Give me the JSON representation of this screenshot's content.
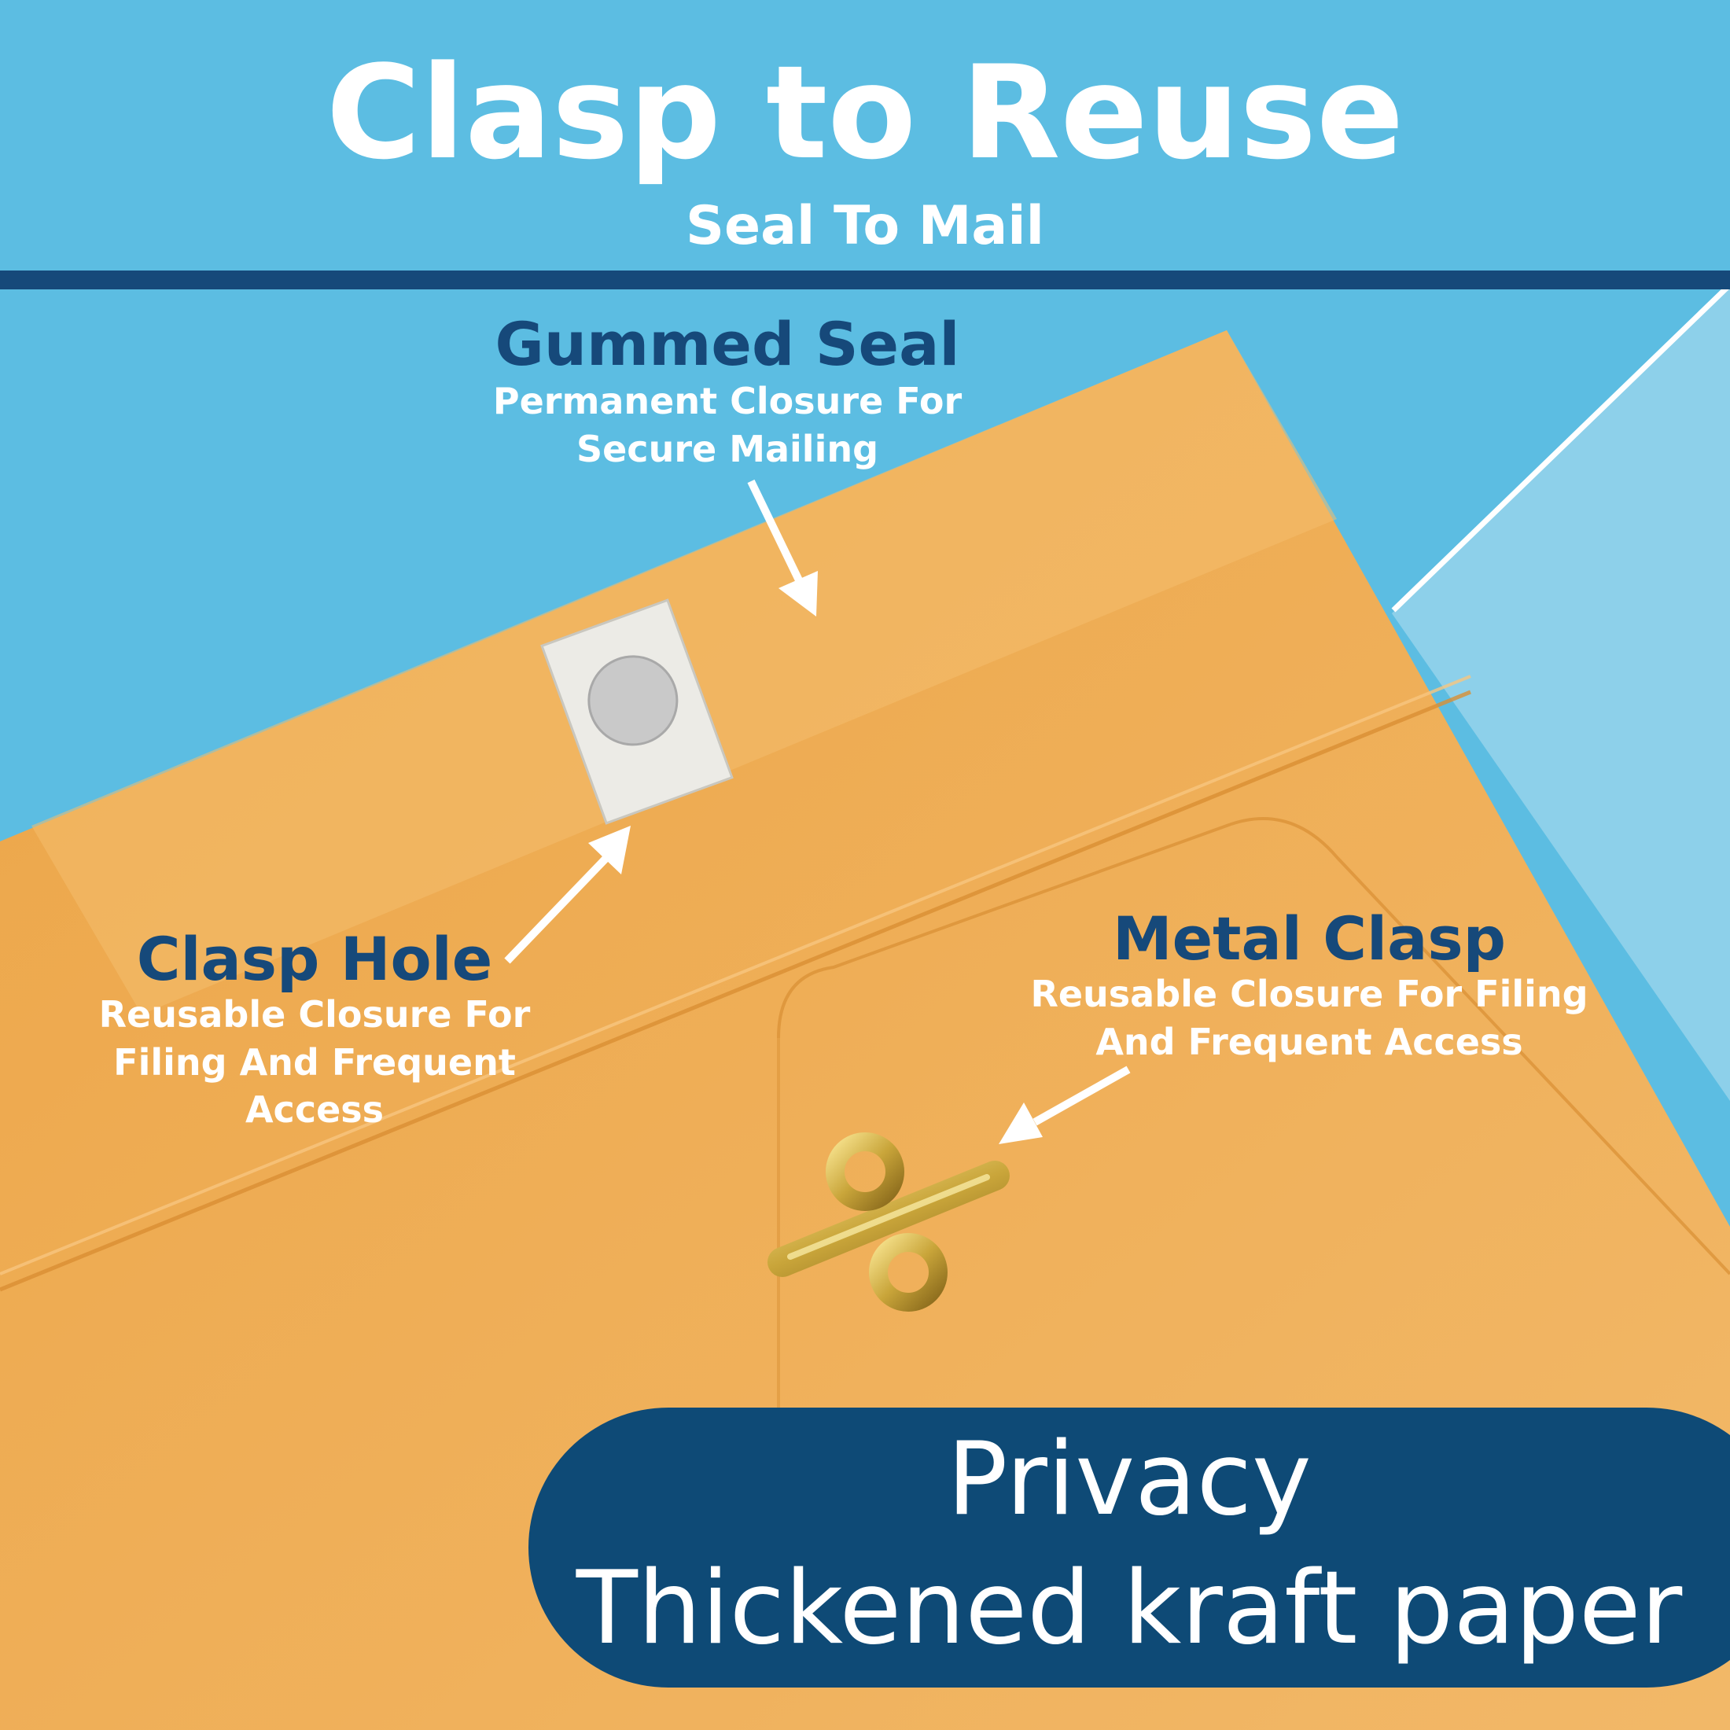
{
  "header": {
    "title": "Clasp to Reuse",
    "subtitle": "Seal To Mail"
  },
  "callouts": {
    "gummed_seal": {
      "title": "Gummed Seal",
      "lines": [
        "Permanent Closure For",
        "Secure Mailing"
      ]
    },
    "clasp_hole": {
      "title": "Clasp Hole",
      "lines": [
        "Reusable Closure For",
        "Filing And Frequent",
        "Access"
      ]
    },
    "metal_clasp": {
      "title": "Metal Clasp",
      "lines": [
        "Reusable Closure For Filing",
        "And Frequent Access"
      ]
    }
  },
  "banner": {
    "line1": "Privacy",
    "line2": "Thickened kraft paper"
  },
  "colors": {
    "background_blue": "#5cbde2",
    "light_blue": "#8dd0ea",
    "navy": "#0e4a76",
    "title_navy": "#16497a",
    "kraft": "#eda94a",
    "gold": "#c9a53a"
  }
}
